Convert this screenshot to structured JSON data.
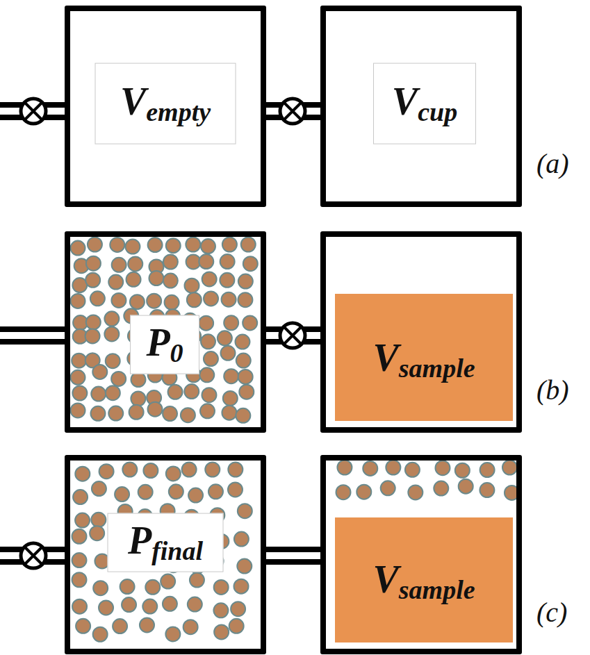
{
  "diagram": {
    "nodes": [
      {
        "text": [
          "Vempty"
        ]
      },
      {
        "text": [
          "Vcup"
        ]
      },
      {
        "text": [
          "P0"
        ]
      },
      {
        "text": []
      },
      {
        "text": [
          "Vsample"
        ],
        "in": 3
      },
      {
        "text": [
          "Pfinal"
        ]
      },
      {
        "text": []
      },
      {
        "text": [
          "Vsample"
        ],
        "in": 6
      }
    ],
    "edges": [
      {
        "from": 0,
        "to": 1,
        "arrow": "none"
      },
      {
        "from": 2,
        "to": 3,
        "arrow": "none"
      },
      {
        "from": 5,
        "to": 6,
        "arrow": "none"
      }
    ],
    "labels": [
      "(a)",
      "(b)",
      "(c)"
    ]
  }
}
